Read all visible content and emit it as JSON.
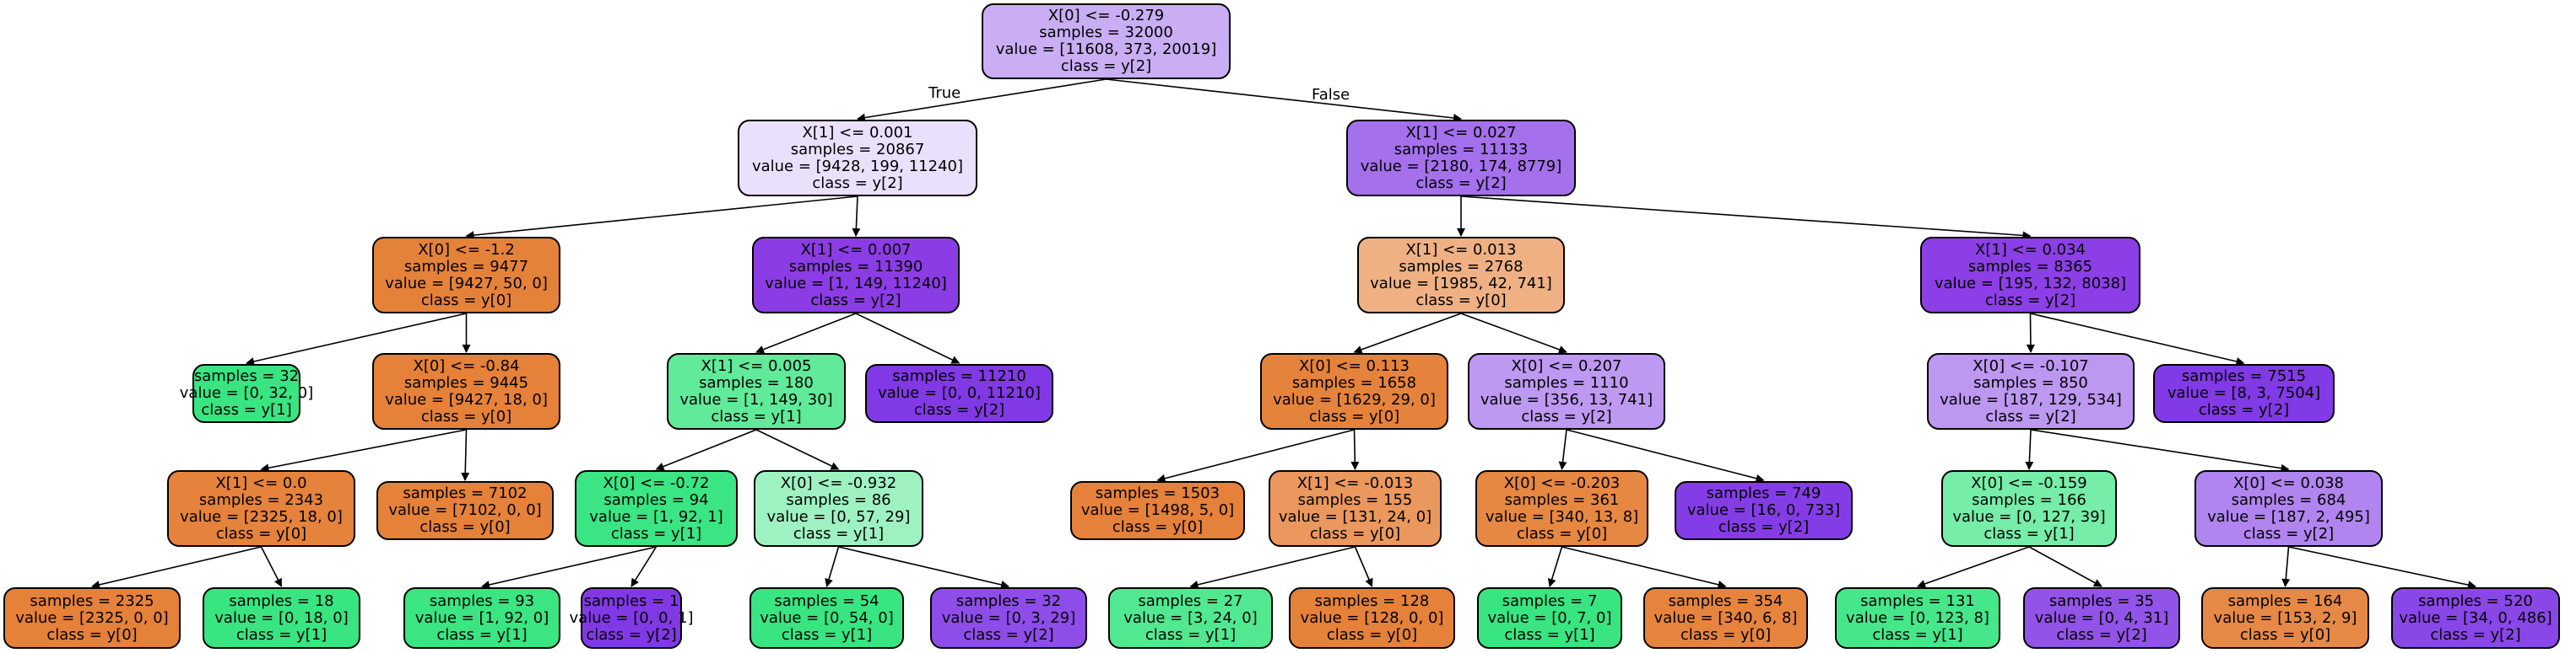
{
  "tree": {
    "edge_labels": {
      "true_label": "True",
      "false_label": "False"
    },
    "nodes": [
      {
        "id": "n0",
        "lines": [
          "X[0] <= -0.279",
          "samples = 32000",
          "value = [11608, 373, 20019]",
          "class = y[2]"
        ],
        "fill": "#c9aef4"
      },
      {
        "id": "n1",
        "lines": [
          "X[1] <= 0.001",
          "samples = 20867",
          "value = [9428, 199, 11240]",
          "class = y[2]"
        ],
        "fill": "#ebe0fb"
      },
      {
        "id": "n2",
        "lines": [
          "X[1] <= 0.027",
          "samples = 11133",
          "value = [2180, 174, 8779]",
          "class = y[2]"
        ],
        "fill": "#a470ec"
      },
      {
        "id": "n3",
        "lines": [
          "X[0] <= -1.2",
          "samples = 9477",
          "value = [9427, 50, 0]",
          "class = y[0]"
        ],
        "fill": "#e5823a"
      },
      {
        "id": "n4",
        "lines": [
          "X[1] <= 0.007",
          "samples = 11390",
          "value = [1, 149, 11240]",
          "class = y[2]"
        ],
        "fill": "#8c3ce5"
      },
      {
        "id": "n5",
        "lines": [
          "X[1] <= 0.013",
          "samples = 2768",
          "value = [1985, 42, 741]",
          "class = y[0]"
        ],
        "fill": "#efb184"
      },
      {
        "id": "n6",
        "lines": [
          "X[1] <= 0.034",
          "samples = 8365",
          "value = [195, 132, 8038]",
          "class = y[2]"
        ],
        "fill": "#8c3fe6"
      },
      {
        "id": "n7",
        "lines": [
          "samples = 32",
          "value = [0, 32, 0]",
          "class = y[1]"
        ],
        "fill": "#39e581"
      },
      {
        "id": "n8",
        "lines": [
          "X[0] <= -0.84",
          "samples = 9445",
          "value = [9427, 18, 0]",
          "class = y[0]"
        ],
        "fill": "#e58139"
      },
      {
        "id": "n9",
        "lines": [
          "X[1] <= 0.005",
          "samples = 180",
          "value = [1, 149, 30]",
          "class = y[1]"
        ],
        "fill": "#61ea9a"
      },
      {
        "id": "n10",
        "lines": [
          "samples = 11210",
          "value = [0, 0, 11210]",
          "class = y[2]"
        ],
        "fill": "#8139e5"
      },
      {
        "id": "n11",
        "lines": [
          "X[0] <= 0.113",
          "samples = 1658",
          "value = [1629, 29, 0]",
          "class = y[0]"
        ],
        "fill": "#e5833c"
      },
      {
        "id": "n12",
        "lines": [
          "X[0] <= 0.207",
          "samples = 1110",
          "value = [356, 13, 741]",
          "class = y[2]"
        ],
        "fill": "#bd99f1"
      },
      {
        "id": "n13",
        "lines": [
          "X[0] <= -0.107",
          "samples = 850",
          "value = [187, 129, 534]",
          "class = y[2]"
        ],
        "fill": "#bd98f1"
      },
      {
        "id": "n14",
        "lines": [
          "samples = 7515",
          "value = [8, 3, 7504]",
          "class = y[2]"
        ],
        "fill": "#813ae5"
      },
      {
        "id": "n15",
        "lines": [
          "X[1] <= 0.0",
          "samples = 2343",
          "value = [2325, 18, 0]",
          "class = y[0]"
        ],
        "fill": "#e5823b"
      },
      {
        "id": "n16",
        "lines": [
          "samples = 7102",
          "value = [7102, 0, 0]",
          "class = y[0]"
        ],
        "fill": "#e58139"
      },
      {
        "id": "n17",
        "lines": [
          "X[0] <= -0.72",
          "samples = 94",
          "value = [1, 92, 1]",
          "class = y[1]"
        ],
        "fill": "#3be583"
      },
      {
        "id": "n18",
        "lines": [
          "X[0] <= -0.932",
          "samples = 86",
          "value = [0, 57, 29]",
          "class = y[1]"
        ],
        "fill": "#9ef2c2"
      },
      {
        "id": "n19",
        "lines": [
          "samples = 1503",
          "value = [1498, 5, 0]",
          "class = y[0]"
        ],
        "fill": "#e5813a"
      },
      {
        "id": "n20",
        "lines": [
          "X[1] <= -0.013",
          "samples = 155",
          "value = [131, 24, 0]",
          "class = y[0]"
        ],
        "fill": "#ea985d"
      },
      {
        "id": "n21",
        "lines": [
          "X[0] <= -0.203",
          "samples = 361",
          "value = [340, 13, 8]",
          "class = y[0]"
        ],
        "fill": "#e68742"
      },
      {
        "id": "n22",
        "lines": [
          "samples = 749",
          "value = [16, 0, 733]",
          "class = y[2]"
        ],
        "fill": "#843de6"
      },
      {
        "id": "n23",
        "lines": [
          "X[0] <= -0.159",
          "samples = 166",
          "value = [0, 127, 39]",
          "class = y[1]"
        ],
        "fill": "#76eda8"
      },
      {
        "id": "n24",
        "lines": [
          "X[0] <= 0.038",
          "samples = 684",
          "value = [187, 2, 495]",
          "class = y[2]"
        ],
        "fill": "#b185ef"
      },
      {
        "id": "n25",
        "lines": [
          "samples = 2325",
          "value = [2325, 0, 0]",
          "class = y[0]"
        ],
        "fill": "#e58139"
      },
      {
        "id": "n26",
        "lines": [
          "samples = 18",
          "value = [0, 18, 0]",
          "class = y[1]"
        ],
        "fill": "#39e581"
      },
      {
        "id": "n27",
        "lines": [
          "samples = 93",
          "value = [1, 92, 0]",
          "class = y[1]"
        ],
        "fill": "#3ae582"
      },
      {
        "id": "n28",
        "lines": [
          "samples = 1",
          "value = [0, 0, 1]",
          "class = y[2]"
        ],
        "fill": "#8139e5"
      },
      {
        "id": "n29",
        "lines": [
          "samples = 54",
          "value = [0, 54, 0]",
          "class = y[1]"
        ],
        "fill": "#39e581"
      },
      {
        "id": "n30",
        "lines": [
          "samples = 32",
          "value = [0, 3, 29]",
          "class = y[2]"
        ],
        "fill": "#8e4de8"
      },
      {
        "id": "n31",
        "lines": [
          "samples = 27",
          "value = [3, 24, 0]",
          "class = y[1]"
        ],
        "fill": "#52e891"
      },
      {
        "id": "n32",
        "lines": [
          "samples = 128",
          "value = [128, 0, 0]",
          "class = y[0]"
        ],
        "fill": "#e58139"
      },
      {
        "id": "n33",
        "lines": [
          "samples = 7",
          "value = [0, 7, 0]",
          "class = y[1]"
        ],
        "fill": "#39e581"
      },
      {
        "id": "n34",
        "lines": [
          "samples = 354",
          "value = [340, 6, 8]",
          "class = y[0]"
        ],
        "fill": "#e6843e"
      },
      {
        "id": "n35",
        "lines": [
          "samples = 131",
          "value = [0, 123, 8]",
          "class = y[1]"
        ],
        "fill": "#46e78b"
      },
      {
        "id": "n36",
        "lines": [
          "samples = 35",
          "value = [0, 4, 31]",
          "class = y[2]"
        ],
        "fill": "#9253e8"
      },
      {
        "id": "n37",
        "lines": [
          "samples = 164",
          "value = [153, 2, 9]",
          "class = y[0]"
        ],
        "fill": "#e78946"
      },
      {
        "id": "n38",
        "lines": [
          "samples = 520",
          "value = [34, 0, 486]",
          "class = y[2]"
        ],
        "fill": "#8a47e7"
      }
    ],
    "edges": [
      [
        "n0",
        "n1"
      ],
      [
        "n0",
        "n2"
      ],
      [
        "n1",
        "n3"
      ],
      [
        "n1",
        "n4"
      ],
      [
        "n2",
        "n5"
      ],
      [
        "n2",
        "n6"
      ],
      [
        "n3",
        "n7"
      ],
      [
        "n3",
        "n8"
      ],
      [
        "n4",
        "n9"
      ],
      [
        "n4",
        "n10"
      ],
      [
        "n5",
        "n11"
      ],
      [
        "n5",
        "n12"
      ],
      [
        "n6",
        "n13"
      ],
      [
        "n6",
        "n14"
      ],
      [
        "n8",
        "n15"
      ],
      [
        "n8",
        "n16"
      ],
      [
        "n9",
        "n17"
      ],
      [
        "n9",
        "n18"
      ],
      [
        "n11",
        "n19"
      ],
      [
        "n11",
        "n20"
      ],
      [
        "n12",
        "n21"
      ],
      [
        "n12",
        "n22"
      ],
      [
        "n13",
        "n23"
      ],
      [
        "n13",
        "n24"
      ],
      [
        "n15",
        "n25"
      ],
      [
        "n15",
        "n26"
      ],
      [
        "n17",
        "n27"
      ],
      [
        "n17",
        "n28"
      ],
      [
        "n18",
        "n29"
      ],
      [
        "n18",
        "n30"
      ],
      [
        "n20",
        "n31"
      ],
      [
        "n20",
        "n32"
      ],
      [
        "n21",
        "n33"
      ],
      [
        "n21",
        "n34"
      ],
      [
        "n23",
        "n35"
      ],
      [
        "n23",
        "n36"
      ],
      [
        "n24",
        "n37"
      ],
      [
        "n24",
        "n38"
      ]
    ]
  }
}
